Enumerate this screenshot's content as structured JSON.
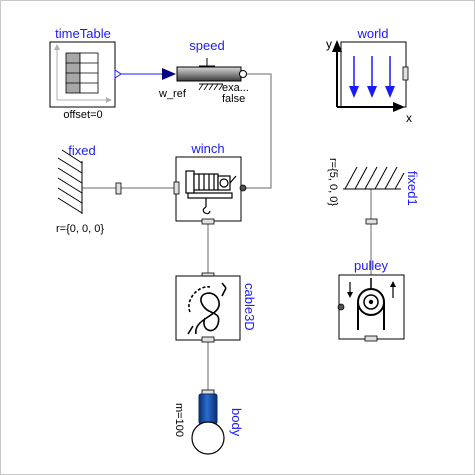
{
  "components": {
    "time_table": {
      "name": "timeTable",
      "param": "offset=0"
    },
    "speed": {
      "name": "speed",
      "input_label": "w_ref",
      "param_line1": "exa...",
      "param_line2": "false"
    },
    "world": {
      "name": "world",
      "axis_y": "y",
      "axis_x": "x"
    },
    "fixed": {
      "name": "fixed",
      "param": "r={0, 0, 0}"
    },
    "winch": {
      "name": "winch"
    },
    "fixed1": {
      "name": "fixed1",
      "param": "r={5, 0, 0}"
    },
    "cable3d": {
      "name": "cable3D"
    },
    "pulley": {
      "name": "pulley"
    },
    "body": {
      "name": "body",
      "param": "m=100"
    }
  },
  "colors": {
    "label": "#1a1aff",
    "wire": "#6a6a6a",
    "body_blue": "#1e4fa6",
    "frame_port": "#e0e0e0"
  }
}
